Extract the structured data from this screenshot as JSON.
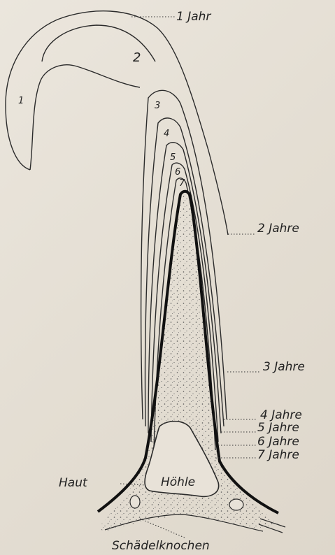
{
  "page_background": "#e6e0d6",
  "ink_color": "#222222",
  "segments": [
    "1",
    "2",
    "3",
    "4",
    "5",
    "6",
    "7"
  ],
  "year_labels": [
    "1 Jahr",
    "2 Jahre",
    "3 Jahre",
    "4 Jahre",
    "5 Jahre",
    "6 Jahre",
    "7 Jahre"
  ],
  "structure_labels": {
    "skin": "Haut",
    "cavity": "Höhle",
    "skull": "Schädelknochen"
  }
}
